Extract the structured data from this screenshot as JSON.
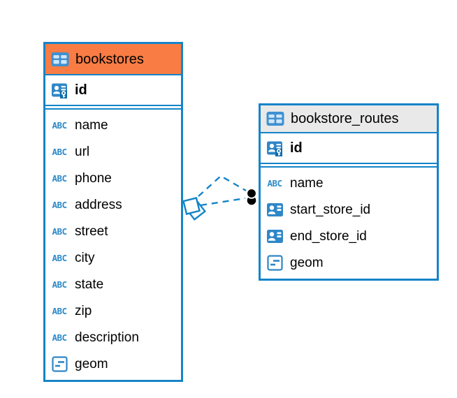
{
  "diagram": {
    "background_color": "#ffffff",
    "accent_blue": "#1584c8",
    "text_color": "#000000",
    "tables": [
      {
        "title": "bookstores",
        "header_bg": "#f87c44",
        "header_icon": "table-icon",
        "key_columns": [
          {
            "name": "id",
            "icon": "primary-key"
          }
        ],
        "columns": [
          {
            "name": "name",
            "icon": "text"
          },
          {
            "name": "url",
            "icon": "text"
          },
          {
            "name": "phone",
            "icon": "text"
          },
          {
            "name": "address",
            "icon": "text"
          },
          {
            "name": "street",
            "icon": "text"
          },
          {
            "name": "city",
            "icon": "text"
          },
          {
            "name": "state",
            "icon": "text"
          },
          {
            "name": "zip",
            "icon": "text"
          },
          {
            "name": "description",
            "icon": "text"
          },
          {
            "name": "geom",
            "icon": "geometry"
          }
        ]
      },
      {
        "title": "bookstore_routes",
        "header_bg": "#e9e9e9",
        "header_icon": "table-icon",
        "key_columns": [
          {
            "name": "id",
            "icon": "primary-key"
          }
        ],
        "columns": [
          {
            "name": "name",
            "icon": "text"
          },
          {
            "name": "start_store_id",
            "icon": "foreign-key"
          },
          {
            "name": "end_store_id",
            "icon": "foreign-key"
          },
          {
            "name": "geom",
            "icon": "geometry"
          }
        ]
      }
    ],
    "relationship": {
      "from_table": "bookstores",
      "to_table": "bookstore_routes",
      "line_style": "dashed",
      "line_color": "#1584c8",
      "source_marker": "double-diamond",
      "target_marker": "double-black-dot",
      "count": 2
    }
  }
}
